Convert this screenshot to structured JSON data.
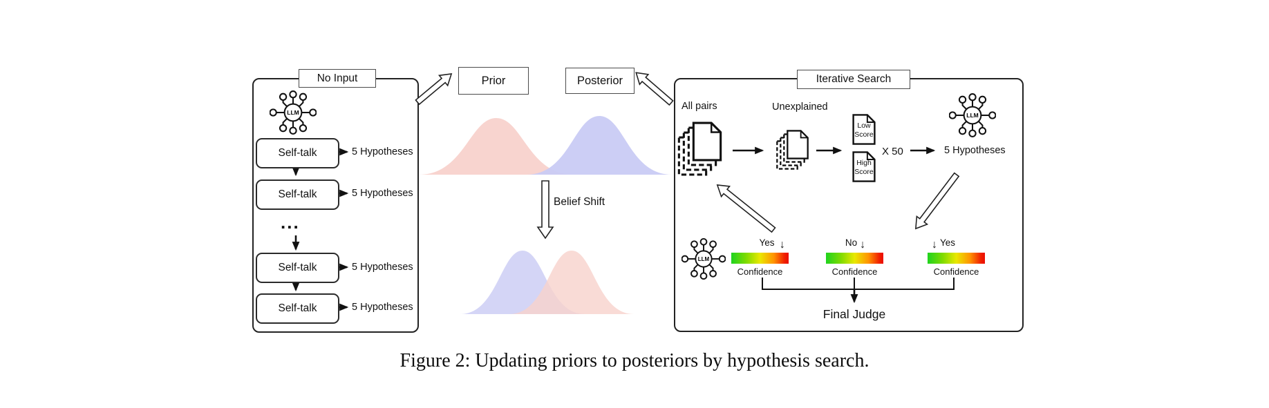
{
  "figure": {
    "caption": "Figure 2: Updating priors to posteriors by hypothesis search."
  },
  "left_panel": {
    "title": "No Input",
    "llm_label": "LLM",
    "ellipsis": "...",
    "rows": [
      {
        "label": "Self-talk",
        "output": "5 Hypotheses"
      },
      {
        "label": "Self-talk",
        "output": "5 Hypotheses"
      },
      {
        "label": "Self-talk",
        "output": "5 Hypotheses"
      },
      {
        "label": "Self-talk",
        "output": "5 Hypotheses"
      }
    ]
  },
  "middle": {
    "prior_label": "Prior",
    "posterior_label": "Posterior",
    "belief_shift_label": "Belief Shift"
  },
  "right_panel": {
    "title": "Iterative Search",
    "all_pairs_label": "All pairs",
    "unexplained_label": "Unexplained",
    "low_score_label": "Low Score",
    "high_score_label": "High Score",
    "multiplier_label": "X 50",
    "hypotheses_label": "5 Hypotheses",
    "llm_label": "LLM",
    "final_judge_label": "Final Judge",
    "confidence_label": "Confidence",
    "judgments": [
      {
        "decision": "Yes",
        "marker_pct": 89
      },
      {
        "decision": "No",
        "marker_pct": 64
      },
      {
        "decision": "Yes",
        "marker_pct": 12
      }
    ]
  },
  "colors": {
    "prior_fill": "#f8d2cc",
    "posterior_fill": "#c9cbf4",
    "confidence_gradient_left": "#1fd31f",
    "confidence_gradient_mid": "#e9e800",
    "confidence_gradient_right": "#ea0d00",
    "ink": "#111111"
  }
}
